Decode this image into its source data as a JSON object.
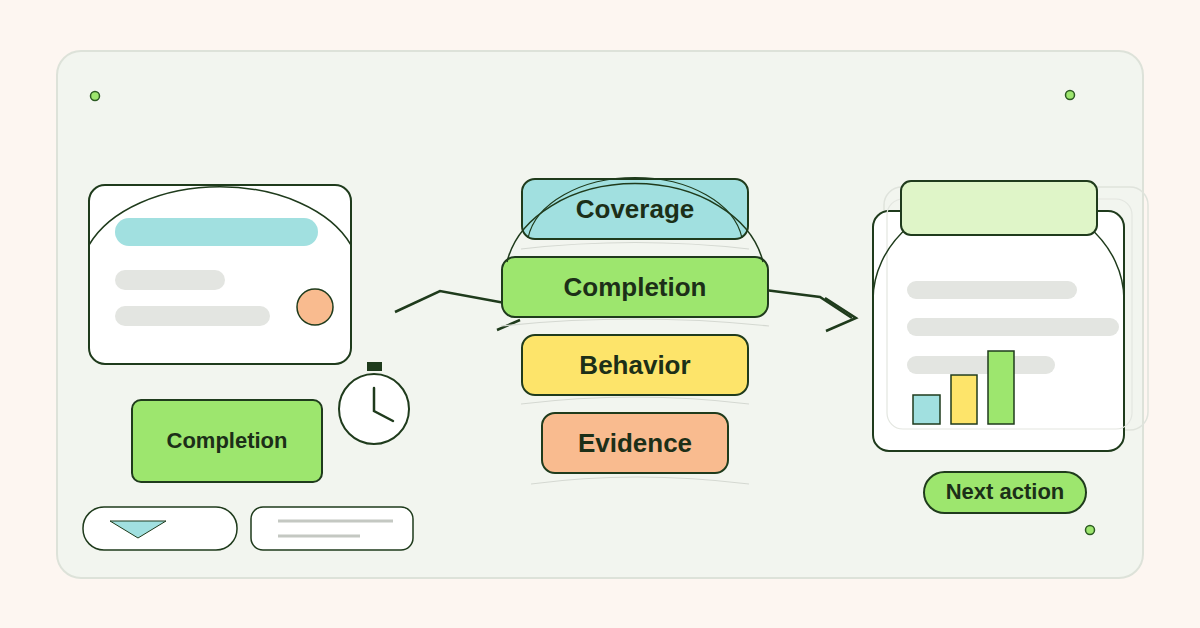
{
  "diagram": {
    "nodes": [
      {
        "text": [
          "Completion"
        ]
      },
      {
        "text": [
          "Coverage"
        ]
      },
      {
        "text": [
          "Completion"
        ]
      },
      {
        "text": [
          "Behavior"
        ]
      },
      {
        "text": [
          "Evidence"
        ]
      },
      {
        "text": [
          "Next action"
        ]
      }
    ]
  }
}
